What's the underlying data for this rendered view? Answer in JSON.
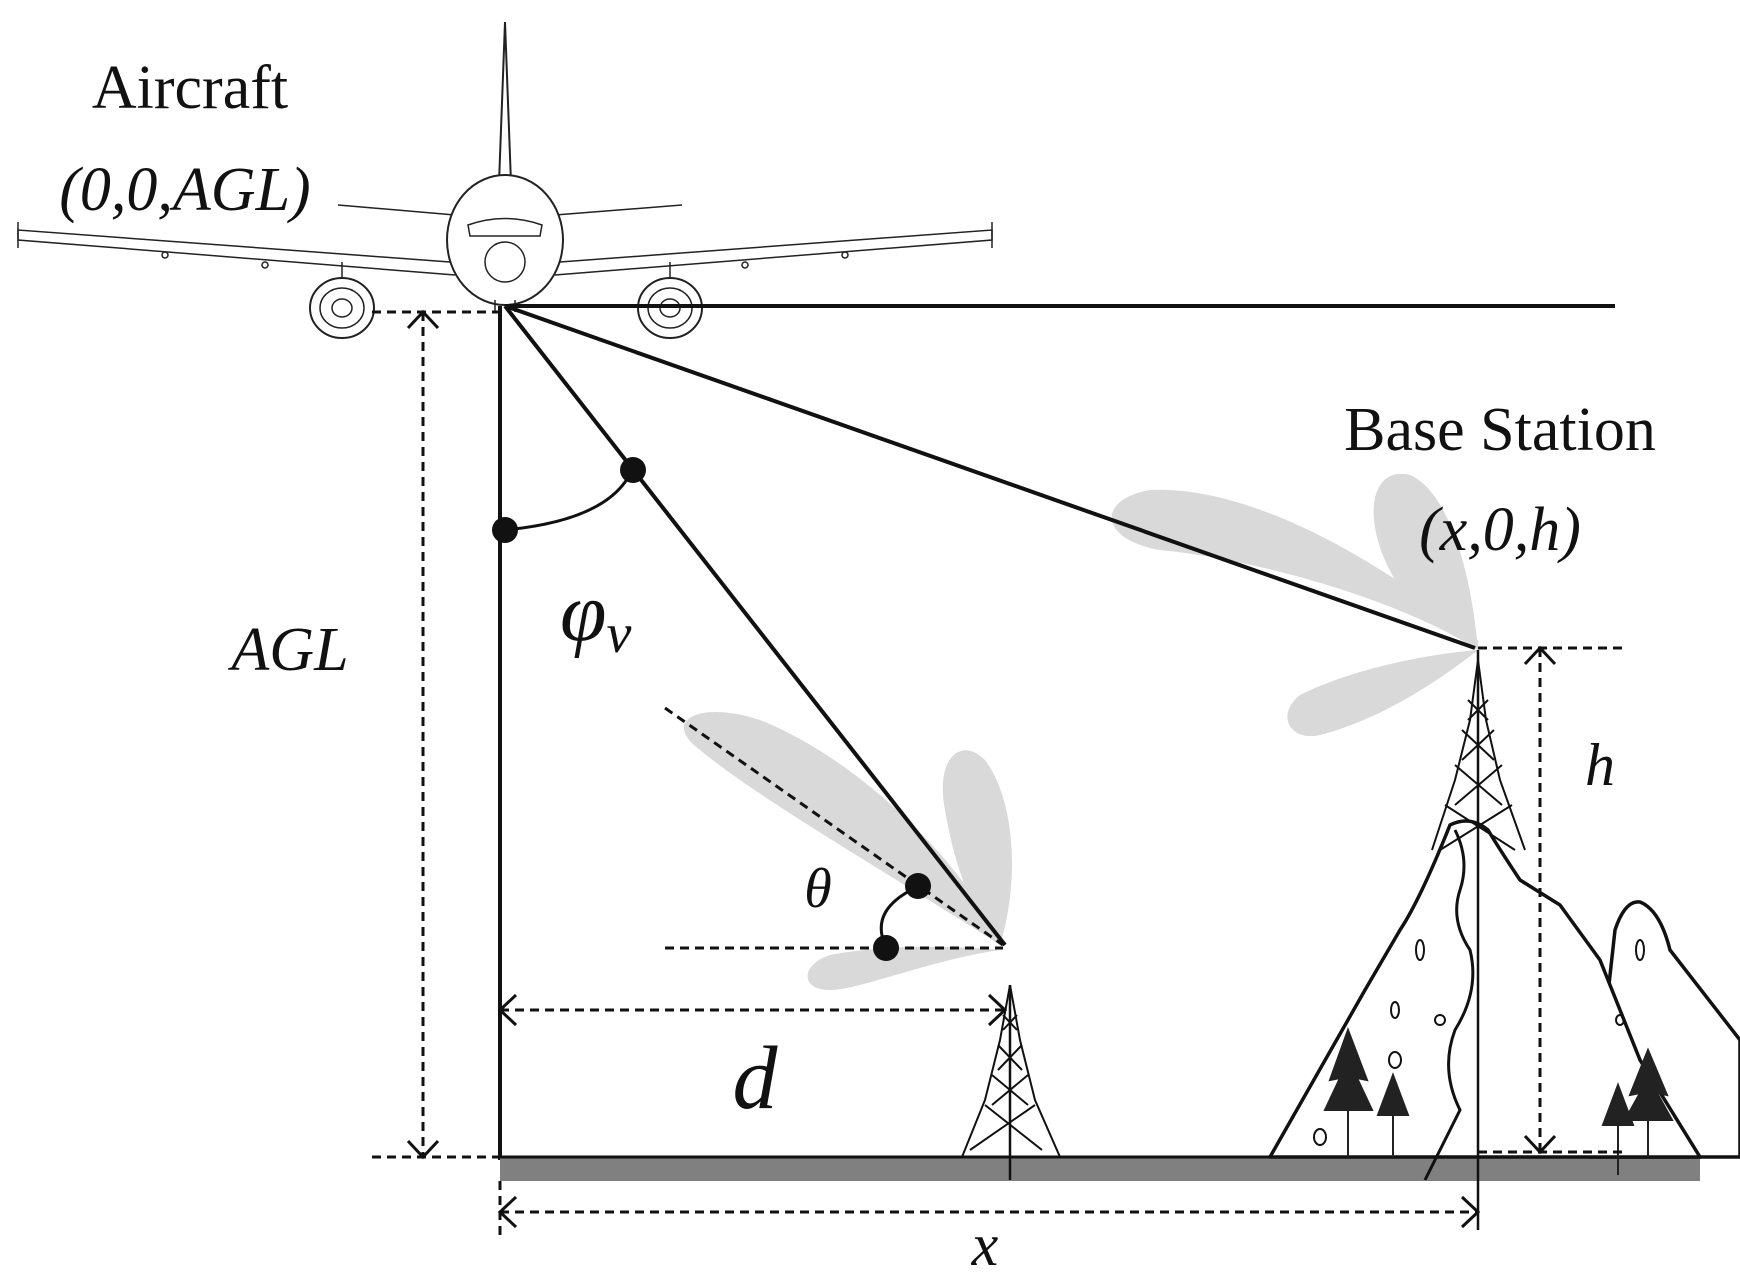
{
  "labels": {
    "aircraft_title": "Aircraft",
    "aircraft_coords": "(0,0,AGL)",
    "base_station_title": "Base Station",
    "base_station_coords": "(x,0,h)",
    "agl": "AGL",
    "phi_symbol": "φ",
    "phi_subscript": "v",
    "theta": "θ",
    "d": "d",
    "h": "h",
    "x": "x"
  },
  "colors": {
    "ink": "#111111",
    "beam_lobe": "#d9d9d9",
    "ground": "#808080"
  }
}
